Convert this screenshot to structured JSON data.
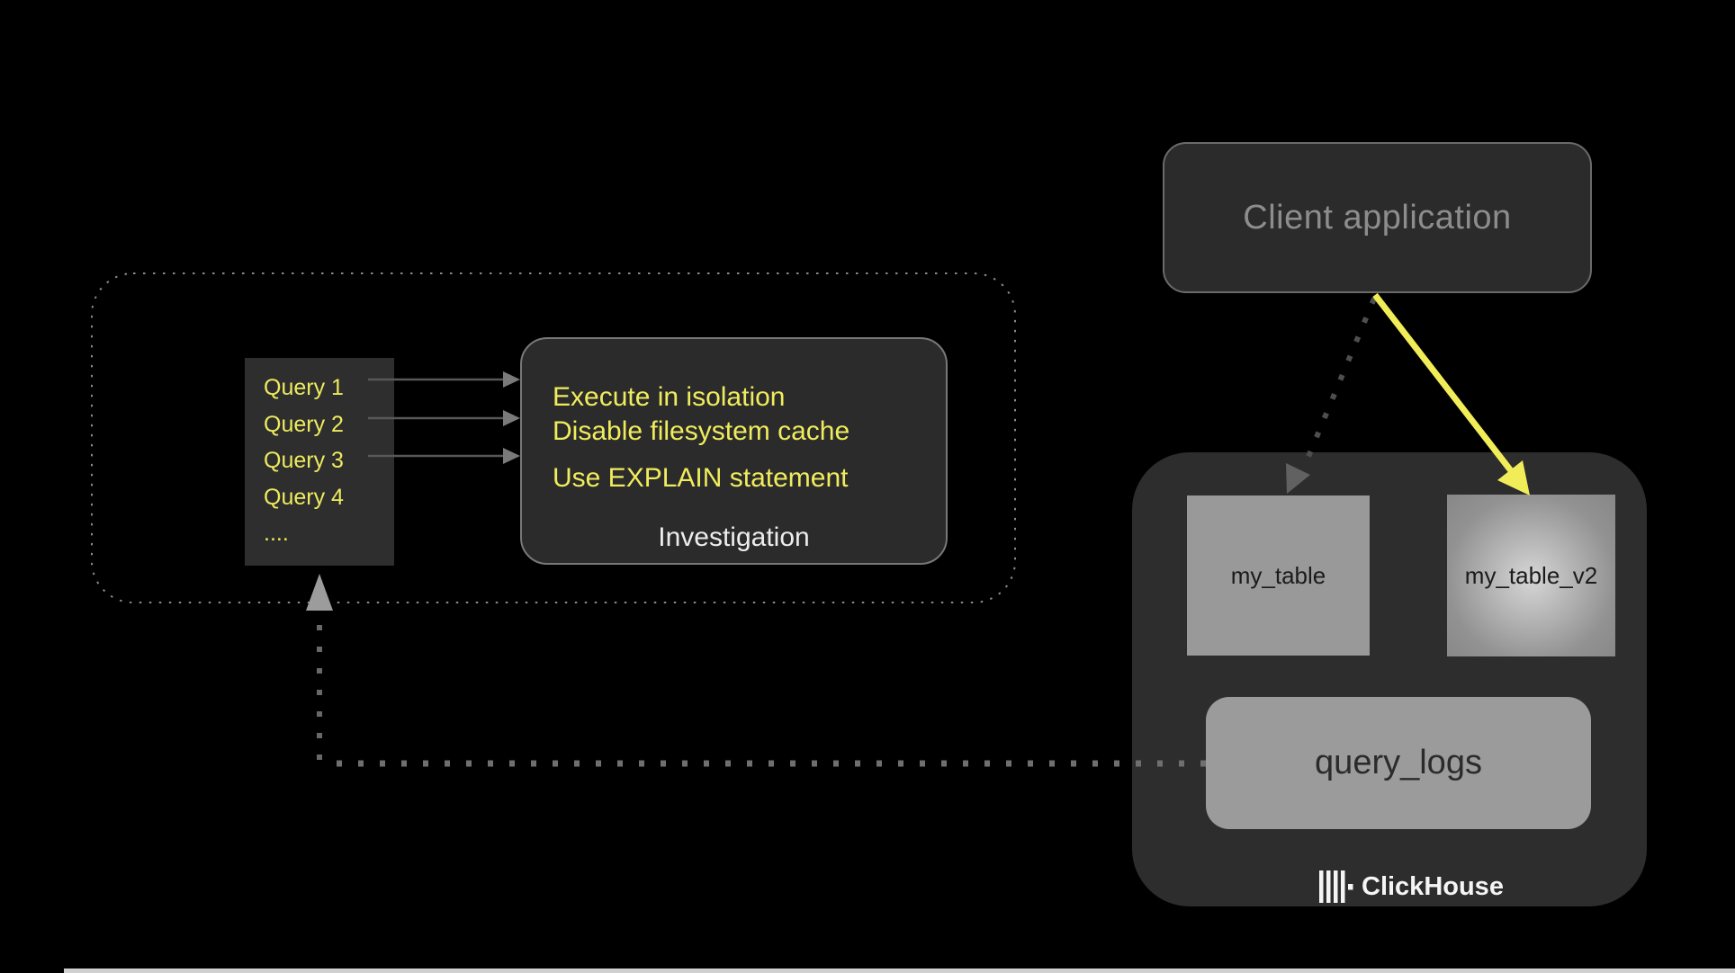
{
  "client_application": {
    "label": "Client application"
  },
  "query_list": {
    "items": [
      "Query 1",
      "Query 2",
      "Query 3",
      "Query 4",
      "...."
    ]
  },
  "investigation": {
    "steps": [
      "Execute in isolation",
      "Disable filesystem cache",
      "Use EXPLAIN statement"
    ],
    "label": "Investigation"
  },
  "clickhouse": {
    "tables": [
      "my_table",
      "my_table_v2"
    ],
    "query_logs_label": "query_logs",
    "brand": "ClickHouse"
  },
  "colors": {
    "background": "#000000",
    "panel_dark": "#2b2b2b",
    "clickhouse_panel": "#2d2d2d",
    "highlight_yellow": "#f0ec5d",
    "yellow_arrow": "#f1ed58",
    "table_gray": "#999999",
    "dotted_gray": "#6e6e6e",
    "client_text_gray": "#8d8d8d",
    "white_text": "#ededed"
  }
}
